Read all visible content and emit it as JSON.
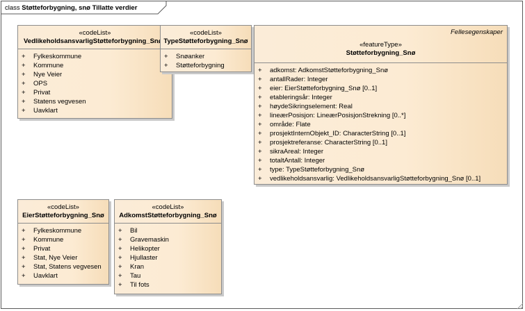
{
  "diagram": {
    "frame_kind": "class",
    "frame_name": "Støtteforbygning, snø Tillatte verdier"
  },
  "classes": {
    "vedlikehold": {
      "stereotype": "«codeList»",
      "name": "VedlikeholdsansvarligStøtteforbygning_Snø",
      "items": [
        "Fylkeskommune",
        "Kommune",
        "Nye Veier",
        "OPS",
        "Privat",
        "Statens vegvesen",
        "Uavklart"
      ]
    },
    "type": {
      "stereotype": "«codeList»",
      "name": "TypeStøtteforbygning_Snø",
      "items": [
        "Snøanker",
        "Støtteforbygning"
      ]
    },
    "feature": {
      "package": "Fellesegenskaper",
      "stereotype": "«featureType»",
      "name": "Støtteforbygning_Snø",
      "items": [
        "adkomst: AdkomstStøtteforbygning_Snø",
        "antallRader: Integer",
        "eier: EierStøtteforbygning_Snø [0..1]",
        "etableringsår: Integer",
        "høydeSikringselement: Real",
        "lineærPosisjon: LineærPosisjonStrekning [0..*]",
        "område: Flate",
        "prosjektInternObjekt_ID: CharacterString [0..1]",
        "prosjektreferanse: CharacterString [0..1]",
        "sikraAreal: Integer",
        "totaltAntall: Integer",
        "type: TypeStøtteforbygning_Snø",
        "vedlikeholdsansvarlig: VedlikeholdsansvarligStøtteforbygning_Snø [0..1]"
      ]
    },
    "eier": {
      "stereotype": "«codeList»",
      "name": "EierStøtteforbygning_Snø",
      "items": [
        "Fylkeskommune",
        "Kommune",
        "Privat",
        "Stat, Nye Veier",
        "Stat, Statens vegvesen",
        "Uavklart"
      ]
    },
    "adkomst": {
      "stereotype": "«codeList»",
      "name": "AdkomstStøtteforbygning_Snø",
      "items": [
        "Bil",
        "Gravemaskin",
        "Helikopter",
        "Hjullaster",
        "Kran",
        "Tau",
        "Til fots"
      ]
    }
  },
  "visibility_marker": "+"
}
